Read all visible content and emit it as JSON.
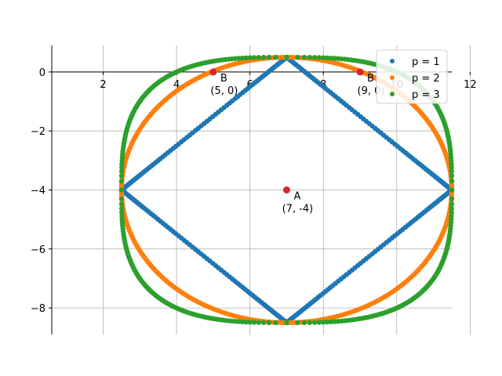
{
  "chart_data": {
    "type": "scatter",
    "xlim": [
      0.6,
      11.5
    ],
    "ylim": [
      -8.9,
      0.9
    ],
    "x_ticks": [
      2,
      4,
      6,
      8,
      10,
      12
    ],
    "y_ticks": [
      0,
      -2,
      -4,
      -6,
      -8
    ],
    "x_tick_labels": [
      "2",
      "4",
      "6",
      "8",
      "10",
      "12"
    ],
    "y_tick_labels": [
      "0",
      "−2",
      "−4",
      "−6",
      "−8"
    ],
    "grid": true,
    "legend_position": "top-right",
    "center": {
      "x": 7,
      "y": -4
    },
    "radius": 4.5,
    "series": [
      {
        "name": "p = 1",
        "p": 1,
        "color": "#1f77b4"
      },
      {
        "name": "p = 2",
        "p": 2,
        "color": "#ff7f0e"
      },
      {
        "name": "p = 3",
        "p": 3,
        "color": "#2ca02c"
      }
    ],
    "points": [
      {
        "x": 7,
        "y": -4,
        "marker_label": "A",
        "coord_label": "(7, -4)",
        "color": "#d62728"
      },
      {
        "x": 5,
        "y": 0,
        "marker_label": "B",
        "coord_label": "(5, 0)",
        "color": "#d62728"
      },
      {
        "x": 9,
        "y": 0,
        "marker_label": "B",
        "coord_label": "(9, 0)",
        "color": "#d62728"
      }
    ]
  }
}
